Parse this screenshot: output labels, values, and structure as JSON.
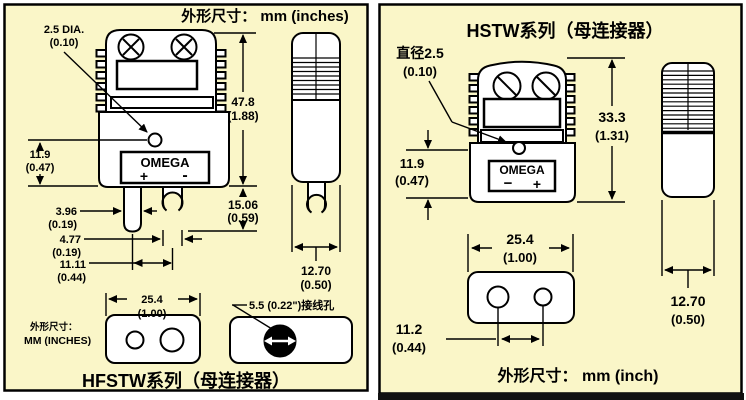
{
  "units_header": "外形尺寸： mm (inches)",
  "colors": {
    "background": "#FAF6C8",
    "line": "#000000",
    "wire_hole_fill": "#000000"
  },
  "hfstw": {
    "title": "HFSTW系列（母连接器）",
    "brand": "OMEGA",
    "polarity_left": "+",
    "polarity_right": "-",
    "units_note_1": "外形尺寸：",
    "units_note_2": "MM (INCHES)",
    "dims": {
      "pin_dia": "2.5 DIA.",
      "pin_dia_in": "(0.10)",
      "body_height": "47.8",
      "body_height_in": "(1.88)",
      "pin_length": "15.06",
      "pin_length_in": "(0.59)",
      "hole_height": "11.9",
      "hole_height_in": "(0.47)",
      "flat_pin_w": "3.96",
      "flat_pin_w_in": "(0.19)",
      "round_pin_w": "4.77",
      "round_pin_w_in": "(0.19)",
      "pin_spacing": "11.11",
      "pin_spacing_in": "(0.44)",
      "body_width": "25.4",
      "body_width_in": "(1.00)",
      "side_width": "12.70",
      "side_width_in": "(0.50)",
      "wire_hole": "5.5 (0.22\")接线孔"
    }
  },
  "hstw": {
    "title": "HSTW系列（母连接器）",
    "brand": "OMEGA",
    "polarity_left": "−",
    "polarity_right": "+",
    "units_footer": "外形尺寸：  mm (inch)",
    "dims": {
      "pin_dia": "直径2.5",
      "pin_dia_in": "(0.10)",
      "body_height": "33.3",
      "body_height_in": "(1.31)",
      "hole_height": "11.9",
      "hole_height_in": "(0.47)",
      "body_width": "25.4",
      "body_width_in": "(1.00)",
      "hole_spacing": "11.2",
      "hole_spacing_in": "(0.44)",
      "side_width": "12.70",
      "side_width_in": "(0.50)"
    }
  }
}
